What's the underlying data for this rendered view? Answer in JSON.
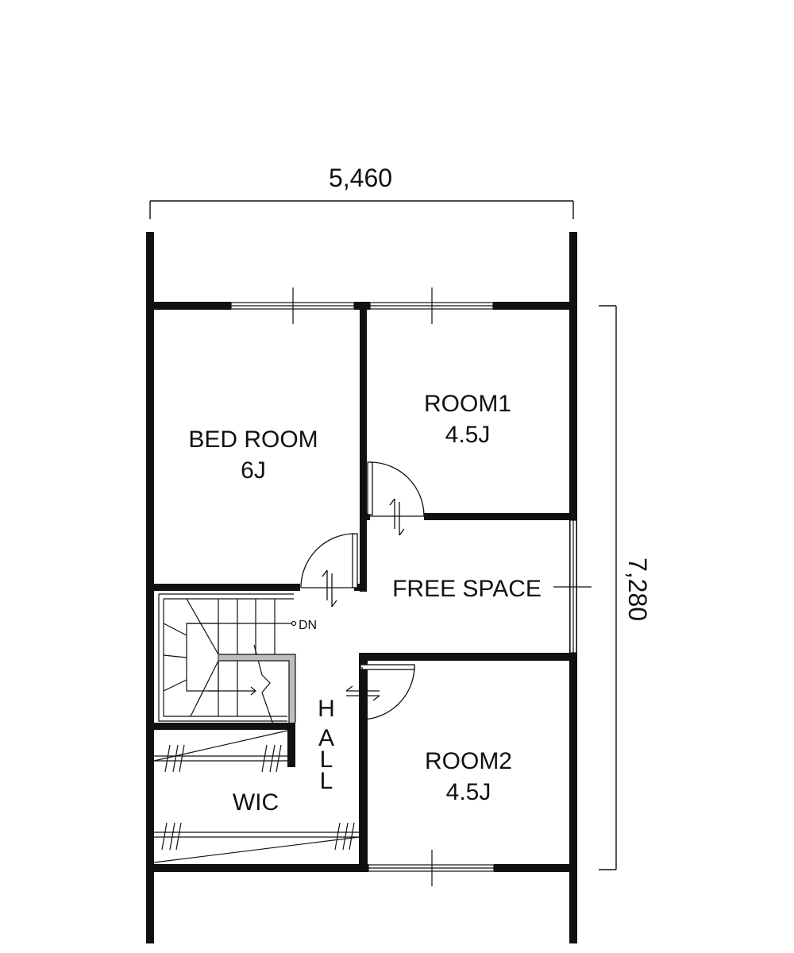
{
  "colors": {
    "wall": "#111111",
    "line": "#111111",
    "stair_rail": "#bdbdbd",
    "background": "#ffffff"
  },
  "dimensions": {
    "width_label": "5,460",
    "depth_label": "7,280"
  },
  "rooms": {
    "bedroom_name": "BED ROOM",
    "bedroom_size": "6J",
    "room1_name": "ROOM1",
    "room1_size": "4.5J",
    "room2_name": "ROOM2",
    "room2_size": "4.5J",
    "free_space_name": "FREE SPACE",
    "wic_name": "WIC"
  },
  "hall": {
    "letters": [
      "H",
      "A",
      "L",
      "L"
    ]
  },
  "stairs": {
    "direction_label": "DN"
  }
}
